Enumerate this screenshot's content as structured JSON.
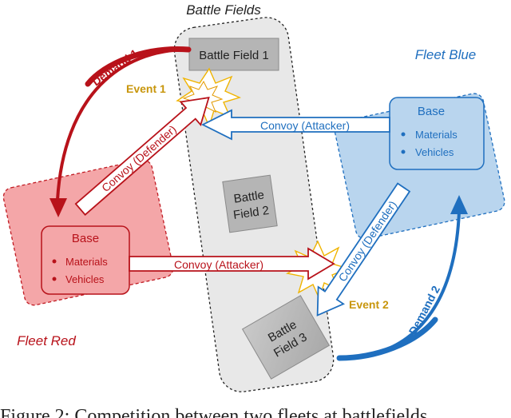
{
  "battlefields": {
    "title": "Battle Fields",
    "bf1": "Battle Field 1",
    "bf2_line1": "Battle",
    "bf2_line2": "Field 2",
    "bf3_line1": "Battle",
    "bf3_line2": "Field 3"
  },
  "fleet_red": {
    "label": "Fleet Red",
    "base_title": "Base",
    "items": [
      "Materials",
      "Vehicles"
    ],
    "demand": "Demand 1",
    "event": "Event 1",
    "convoy_defender": "Convoy (Defender)",
    "convoy_attacker": "Convoy (Attacker)"
  },
  "fleet_blue": {
    "label": "Fleet Blue",
    "base_title": "Base",
    "items": [
      "Materials",
      "Vehicles"
    ],
    "demand": "Demand 2",
    "event": "Event 2",
    "convoy_defender": "Convoy (Defender)",
    "convoy_attacker": "Convoy (Attacker)"
  },
  "caption": "Figure 2: Competition between two fleets at battlefields",
  "colors": {
    "red_dark": "#b8121a",
    "red_fill": "#f4a6a8",
    "blue_dark": "#1f6fbf",
    "blue_fill": "#b9d5ee",
    "gold": "#c8960c",
    "gray_field": "#e8e8e8",
    "gray_box": "#b5b5b5"
  }
}
